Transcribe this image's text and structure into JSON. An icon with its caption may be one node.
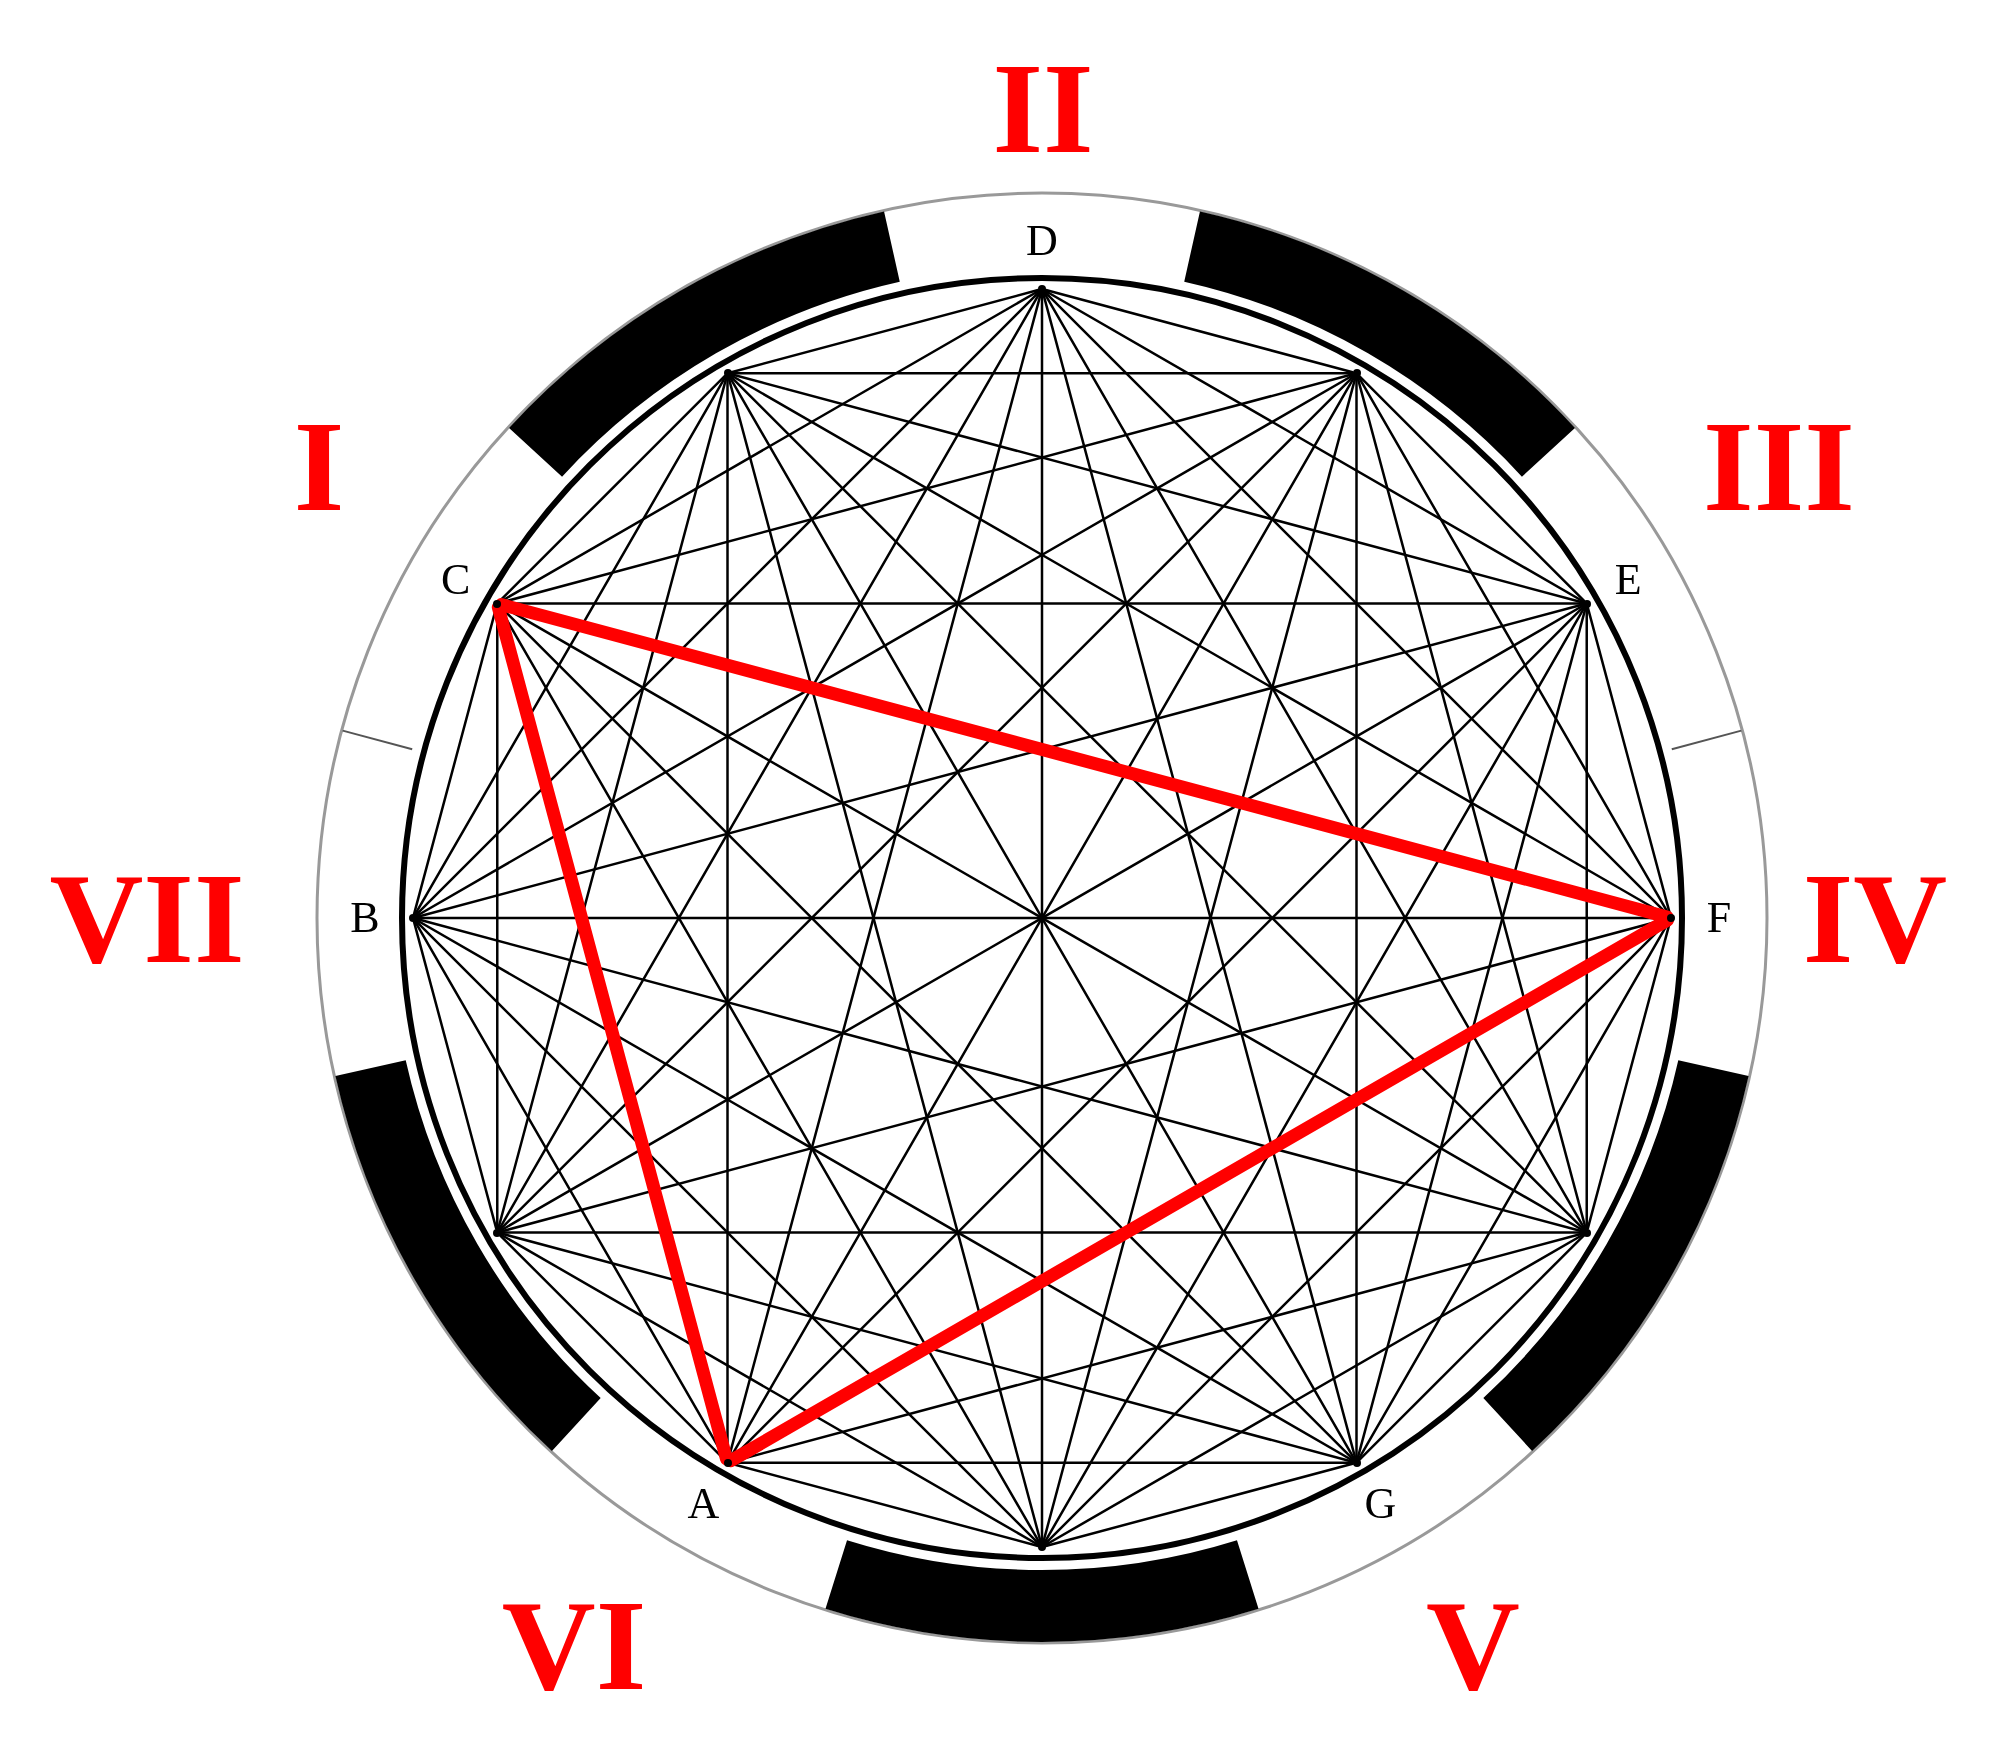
{
  "diagram": {
    "nodes": [
      {
        "text": [
          "D"
        ]
      },
      {
        "text": [],
        "shape": "dot"
      },
      {
        "text": [],
        "shape": "dot"
      },
      {
        "text": [
          "C"
        ]
      },
      {
        "text": [
          "E"
        ]
      },
      {
        "text": [
          "B"
        ]
      },
      {
        "text": [
          "F"
        ]
      },
      {
        "text": [],
        "shape": "dot"
      },
      {
        "text": [],
        "shape": "dot"
      },
      {
        "text": [
          "A"
        ]
      },
      {
        "text": [
          "G"
        ]
      },
      {
        "text": [],
        "shape": "dot"
      }
    ],
    "edges": [
      {
        "from": 0,
        "to": 1,
        "arrow": "none"
      },
      {
        "from": 0,
        "to": 2,
        "arrow": "none"
      },
      {
        "from": 0,
        "to": 3,
        "arrow": "none"
      },
      {
        "from": 0,
        "to": 4,
        "arrow": "none"
      },
      {
        "from": 0,
        "to": 5,
        "arrow": "none"
      },
      {
        "from": 0,
        "to": 6,
        "arrow": "none"
      },
      {
        "from": 0,
        "to": 7,
        "arrow": "none"
      },
      {
        "from": 0,
        "to": 8,
        "arrow": "none"
      },
      {
        "from": 0,
        "to": 9,
        "arrow": "none"
      },
      {
        "from": 0,
        "to": 10,
        "arrow": "none"
      },
      {
        "from": 0,
        "to": 11,
        "arrow": "none"
      },
      {
        "from": 1,
        "to": 2,
        "arrow": "none"
      },
      {
        "from": 1,
        "to": 3,
        "arrow": "none"
      },
      {
        "from": 1,
        "to": 4,
        "arrow": "none"
      },
      {
        "from": 1,
        "to": 5,
        "arrow": "none"
      },
      {
        "from": 1,
        "to": 6,
        "arrow": "none"
      },
      {
        "from": 1,
        "to": 7,
        "arrow": "none"
      },
      {
        "from": 1,
        "to": 8,
        "arrow": "none"
      },
      {
        "from": 1,
        "to": 9,
        "arrow": "none"
      },
      {
        "from": 1,
        "to": 10,
        "arrow": "none"
      },
      {
        "from": 1,
        "to": 11,
        "arrow": "none"
      },
      {
        "from": 2,
        "to": 3,
        "arrow": "none"
      },
      {
        "from": 2,
        "to": 4,
        "arrow": "none"
      },
      {
        "from": 2,
        "to": 5,
        "arrow": "none"
      },
      {
        "from": 2,
        "to": 6,
        "arrow": "none"
      },
      {
        "from": 2,
        "to": 7,
        "arrow": "none"
      },
      {
        "from": 2,
        "to": 8,
        "arrow": "none"
      },
      {
        "from": 2,
        "to": 9,
        "arrow": "none"
      },
      {
        "from": 2,
        "to": 10,
        "arrow": "none"
      },
      {
        "from": 2,
        "to": 11,
        "arrow": "none"
      },
      {
        "from": 3,
        "to": 4,
        "arrow": "none"
      },
      {
        "from": 3,
        "to": 5,
        "arrow": "none"
      },
      {
        "from": 3,
        "to": 6,
        "arrow": "none",
        "style": "thick",
        "color": "#ff0000"
      },
      {
        "from": 3,
        "to": 7,
        "arrow": "none"
      },
      {
        "from": 3,
        "to": 8,
        "arrow": "none"
      },
      {
        "from": 3,
        "to": 9,
        "arrow": "none",
        "style": "thick",
        "color": "#ff0000"
      },
      {
        "from": 3,
        "to": 10,
        "arrow": "none"
      },
      {
        "from": 3,
        "to": 11,
        "arrow": "none"
      },
      {
        "from": 4,
        "to": 5,
        "arrow": "none"
      },
      {
        "from": 4,
        "to": 6,
        "arrow": "none"
      },
      {
        "from": 4,
        "to": 7,
        "arrow": "none"
      },
      {
        "from": 4,
        "to": 8,
        "arrow": "none"
      },
      {
        "from": 4,
        "to": 9,
        "arrow": "none"
      },
      {
        "from": 4,
        "to": 10,
        "arrow": "none"
      },
      {
        "from": 4,
        "to": 11,
        "arrow": "none"
      },
      {
        "from": 5,
        "to": 6,
        "arrow": "none"
      },
      {
        "from": 5,
        "to": 7,
        "arrow": "none"
      },
      {
        "from": 5,
        "to": 8,
        "arrow": "none"
      },
      {
        "from": 5,
        "to": 9,
        "arrow": "none"
      },
      {
        "from": 5,
        "to": 10,
        "arrow": "none"
      },
      {
        "from": 5,
        "to": 11,
        "arrow": "none"
      },
      {
        "from": 6,
        "to": 7,
        "arrow": "none"
      },
      {
        "from": 6,
        "to": 8,
        "arrow": "none"
      },
      {
        "from": 6,
        "to": 9,
        "arrow": "none",
        "style": "thick",
        "color": "#ff0000"
      },
      {
        "from": 6,
        "to": 10,
        "arrow": "none"
      },
      {
        "from": 6,
        "to": 11,
        "arrow": "none"
      },
      {
        "from": 7,
        "to": 8,
        "arrow": "none"
      },
      {
        "from": 7,
        "to": 9,
        "arrow": "none"
      },
      {
        "from": 7,
        "to": 10,
        "arrow": "none"
      },
      {
        "from": 7,
        "to": 11,
        "arrow": "none"
      },
      {
        "from": 8,
        "to": 9,
        "arrow": "none"
      },
      {
        "from": 8,
        "to": 10,
        "arrow": "none"
      },
      {
        "from": 8,
        "to": 11,
        "arrow": "none"
      },
      {
        "from": 9,
        "to": 10,
        "arrow": "none"
      },
      {
        "from": 9,
        "to": 11,
        "arrow": "none"
      },
      {
        "from": 10,
        "to": 11,
        "arrow": "none"
      }
    ],
    "labels": [
      "II",
      "I",
      "III",
      "VII",
      "IV",
      "VI",
      "V"
    ]
  }
}
